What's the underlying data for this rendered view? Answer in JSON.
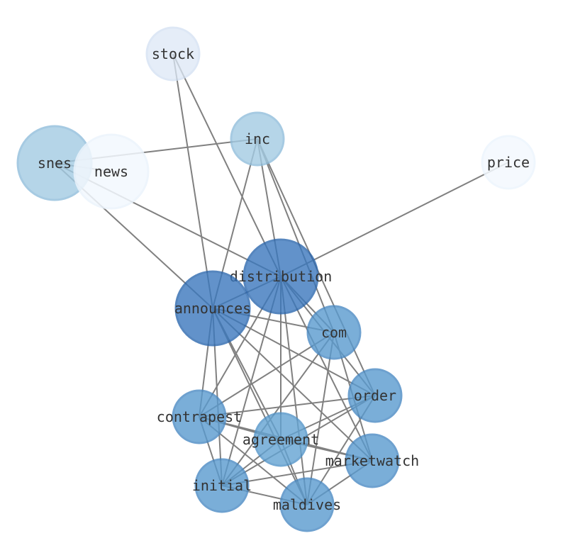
{
  "graph": {
    "edge_color": "#808080",
    "nodes": [
      {
        "id": "stock",
        "label": "stock",
        "fill": "#dde8f6",
        "stroke": "#d2e0f2",
        "opacity": 0.75
      },
      {
        "id": "inc",
        "label": "inc",
        "fill": "#a3cbe3",
        "stroke": "#90bedc",
        "opacity": 0.8
      },
      {
        "id": "snes",
        "label": "snes",
        "fill": "#a3cbe3",
        "stroke": "#90bedc",
        "opacity": 0.8
      },
      {
        "id": "news",
        "label": "news",
        "fill": "#f3f8fe",
        "stroke": "#ecf4fc",
        "opacity": 0.85
      },
      {
        "id": "price",
        "label": "price",
        "fill": "#f4f9fe",
        "stroke": "#edf5fd",
        "opacity": 0.85
      },
      {
        "id": "distribution",
        "label": "distribution",
        "fill": "#3b78bd",
        "stroke": "#2d68ae",
        "opacity": 0.8
      },
      {
        "id": "announces",
        "label": "announces",
        "fill": "#3b78bd",
        "stroke": "#2d68ae",
        "opacity": 0.8
      },
      {
        "id": "com",
        "label": "com",
        "fill": "#5a9bcf",
        "stroke": "#4a8ac4",
        "opacity": 0.8
      },
      {
        "id": "order",
        "label": "order",
        "fill": "#5a9bcf",
        "stroke": "#4a8ac4",
        "opacity": 0.8
      },
      {
        "id": "contrapest",
        "label": "contrapest",
        "fill": "#5a9bcf",
        "stroke": "#4a8ac4",
        "opacity": 0.8
      },
      {
        "id": "agreement",
        "label": "agreement",
        "fill": "#63a3d3",
        "stroke": "#5294c9",
        "opacity": 0.8
      },
      {
        "id": "marketwatch",
        "label": "marketwatch",
        "fill": "#5a9bcf",
        "stroke": "#4a8ac4",
        "opacity": 0.8
      },
      {
        "id": "initial",
        "label": "initial",
        "fill": "#5a9bcf",
        "stroke": "#4a8ac4",
        "opacity": 0.8
      },
      {
        "id": "maldives",
        "label": "maldives",
        "fill": "#5a9bcf",
        "stroke": "#4a8ac4",
        "opacity": 0.8
      }
    ],
    "edges": [
      [
        "stock",
        "distribution"
      ],
      [
        "stock",
        "announces"
      ],
      [
        "inc",
        "snes"
      ],
      [
        "inc",
        "distribution"
      ],
      [
        "inc",
        "announces"
      ],
      [
        "inc",
        "com"
      ],
      [
        "inc",
        "order"
      ],
      [
        "snes",
        "news"
      ],
      [
        "snes",
        "distribution"
      ],
      [
        "snes",
        "announces"
      ],
      [
        "price",
        "distribution"
      ],
      [
        "distribution",
        "announces"
      ],
      [
        "distribution",
        "com"
      ],
      [
        "distribution",
        "order"
      ],
      [
        "distribution",
        "contrapest"
      ],
      [
        "distribution",
        "agreement"
      ],
      [
        "distribution",
        "marketwatch"
      ],
      [
        "distribution",
        "initial"
      ],
      [
        "distribution",
        "maldives"
      ],
      [
        "announces",
        "com"
      ],
      [
        "announces",
        "order"
      ],
      [
        "announces",
        "contrapest"
      ],
      [
        "announces",
        "agreement"
      ],
      [
        "announces",
        "marketwatch"
      ],
      [
        "announces",
        "initial"
      ],
      [
        "announces",
        "maldives"
      ],
      [
        "com",
        "marketwatch"
      ],
      [
        "com",
        "contrapest"
      ],
      [
        "com",
        "initial"
      ],
      [
        "com",
        "maldives"
      ],
      [
        "order",
        "contrapest"
      ],
      [
        "order",
        "agreement"
      ],
      [
        "order",
        "initial"
      ],
      [
        "order",
        "maldives"
      ],
      [
        "contrapest",
        "agreement"
      ],
      [
        "contrapest",
        "marketwatch"
      ],
      [
        "contrapest",
        "initial"
      ],
      [
        "contrapest",
        "maldives"
      ],
      [
        "agreement",
        "marketwatch"
      ],
      [
        "agreement",
        "initial"
      ],
      [
        "agreement",
        "maldives"
      ],
      [
        "marketwatch",
        "initial"
      ],
      [
        "marketwatch",
        "maldives"
      ],
      [
        "initial",
        "maldives"
      ]
    ]
  }
}
